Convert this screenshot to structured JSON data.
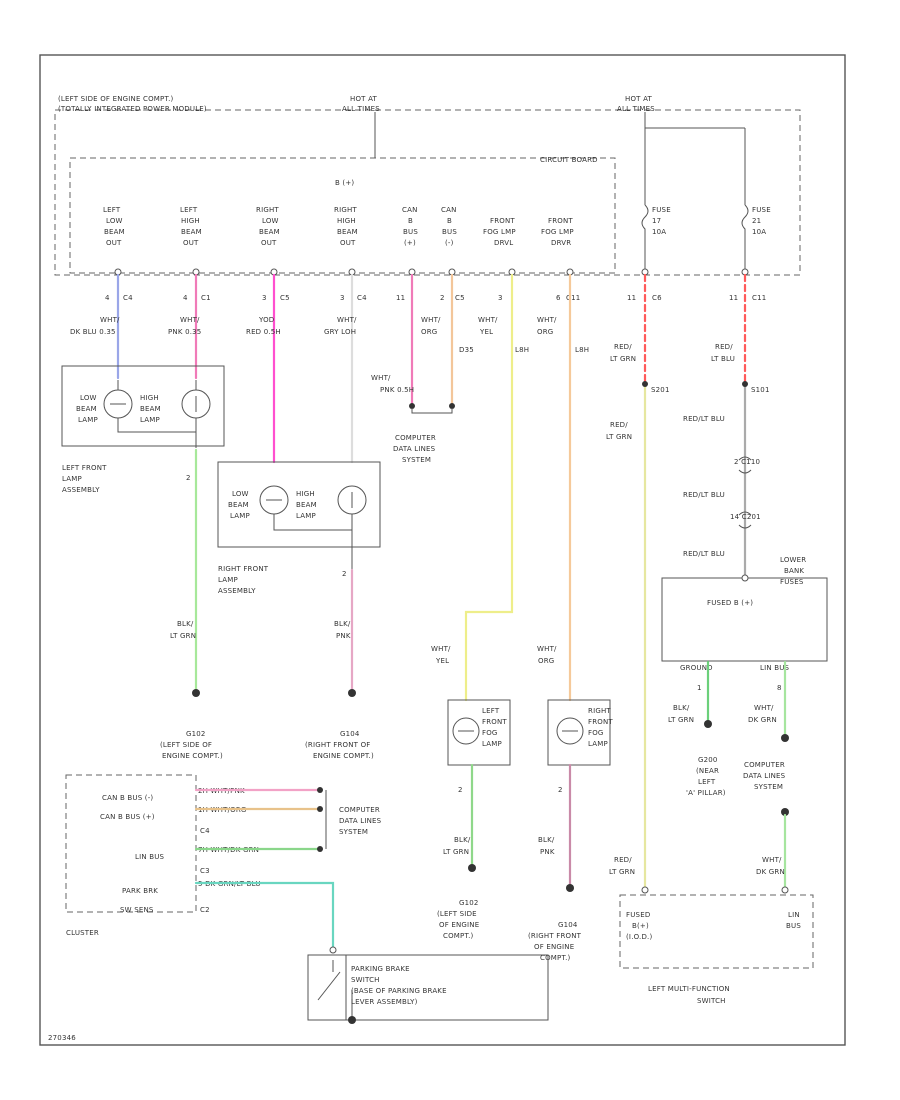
{
  "module": {
    "location": "(LEFT SIDE OF ENGINE COMPT.)",
    "name": "(TOTALLY INTEGRATED POWER MODULE)",
    "hot_at_left": "HOT AT",
    "hot_at_left_sub": "ALL TIMES",
    "hot_at_right": "HOT AT",
    "hot_at_right_sub": "ALL TIMES",
    "circuit_board": "CIRCUIT BOARD",
    "bplus": "B (+)",
    "outputs": [
      {
        "l1": "LEFT",
        "l2": "LOW",
        "l3": "BEAM",
        "l4": "OUT"
      },
      {
        "l1": "LEFT",
        "l2": "HIGH",
        "l3": "BEAM",
        "l4": "OUT"
      },
      {
        "l1": "RIGHT",
        "l2": "LOW",
        "l3": "BEAM",
        "l4": "OUT"
      },
      {
        "l1": "RIGHT",
        "l2": "HIGH",
        "l3": "BEAM",
        "l4": "OUT"
      },
      {
        "l1": "CAN",
        "l2": "B",
        "l3": "BUS",
        "l4": "(+)"
      },
      {
        "l1": "CAN",
        "l2": "B",
        "l3": "BUS",
        "l4": "(-)"
      },
      {
        "l1": "FRONT",
        "l2": "FOG LMP",
        "l3": "DRVL",
        "l4": ""
      },
      {
        "l1": "FRONT",
        "l2": "FOG LMP",
        "l3": "DRVR",
        "l4": ""
      }
    ],
    "fuse_17": {
      "l1": "FUSE",
      "l2": "17",
      "l3": "10A"
    },
    "fuse_21": {
      "l1": "FUSE",
      "l2": "21",
      "l3": "10A"
    }
  },
  "connectors": [
    {
      "pin": "4",
      "conn": "C4"
    },
    {
      "pin": "4",
      "conn": "C1"
    },
    {
      "pin": "3",
      "conn": "C5"
    },
    {
      "pin": "3",
      "conn": "C4"
    },
    {
      "pin": "11",
      "conn": ""
    },
    {
      "pin": "2",
      "conn": "C5"
    },
    {
      "pin": "3",
      "conn": ""
    },
    {
      "pin": "6",
      "conn": "C11"
    },
    {
      "pin": "11",
      "conn": "C6"
    },
    {
      "pin": "11",
      "conn": "C11"
    }
  ],
  "wires": {
    "w1": {
      "a": "WHT/",
      "b": "DK BLU 0.35"
    },
    "w2": {
      "a": "WHT/",
      "b": "PNK 0.35"
    },
    "w3": {
      "a": "YOD",
      "b": "RED 0.5H"
    },
    "w4": {
      "a": "WHT/",
      "b": "GRY LOH"
    },
    "w5": {
      "a": "WHT/",
      "b": "ORG"
    },
    "w6": {
      "a": "WHT/",
      "b": "YEL"
    },
    "w7": {
      "a": "WHT/",
      "b": "ORG"
    },
    "w8": {
      "a": "RED/",
      "b": "LT GRN"
    },
    "w9": {
      "a": "RED/",
      "b": "LT BLU"
    },
    "can_pnk": {
      "a": "WHT/",
      "b": "PNK 0.5H"
    },
    "d35": "D35",
    "l8": "L8H",
    "l8b": "L8H",
    "s201": "S201",
    "s101": "S101",
    "red_lt_grn": {
      "a": "RED/",
      "b": "LT GRN"
    },
    "red_lt_blu_1": "RED/LT BLU",
    "red_lt_blu_2": "RED/LT BLU",
    "red_lt_blu_3": "RED/LT BLU",
    "c_pins": {
      "a": "2  C110",
      "b": "14  C201"
    }
  },
  "left_lamp": {
    "low": {
      "l1": "LOW",
      "l2": "BEAM",
      "l3": "LAMP"
    },
    "high": {
      "l1": "HIGH",
      "l2": "BEAM",
      "l3": "LAMP"
    },
    "l1": "LEFT FRONT",
    "l2": "LAMP",
    "l3": "ASSEMBLY",
    "pin": "2"
  },
  "right_lamp": {
    "low": {
      "l1": "LOW",
      "l2": "BEAM",
      "l3": "LAMP"
    },
    "high": {
      "l1": "HIGH",
      "l2": "BEAM",
      "l3": "LAMP"
    },
    "l1": "RIGHT FRONT",
    "l2": "LAMP",
    "l3": "ASSEMBLY",
    "pin": "2"
  },
  "computer_top": {
    "l1": "COMPUTER",
    "l2": "DATA LINES",
    "l3": "SYSTEM"
  },
  "ground_left": {
    "wire_a": "BLK/",
    "wire_b": "LT GRN",
    "id": "G102",
    "l1": "(LEFT SIDE OF",
    "l2": "ENGINE COMPT.)"
  },
  "ground_right": {
    "wire_a": "BLK/",
    "wire_b": "PNK",
    "id": "G104",
    "l1": "(RIGHT FRONT OF",
    "l2": "ENGINE COMPT.)"
  },
  "fog_left": {
    "wire_a": "WHT/",
    "wire_b": "YEL",
    "l1": "LEFT",
    "l2": "FRONT",
    "l3": "FOG",
    "l4": "LAMP",
    "pin": "2",
    "gwire_a": "BLK/",
    "gwire_b": "LT GRN",
    "gid": "G102",
    "g1": "(LEFT SIDE",
    "g2": "OF ENGINE",
    "g3": "COMPT.)"
  },
  "fog_right": {
    "wire_a": "WHT/",
    "wire_b": "ORG",
    "l1": "RIGHT",
    "l2": "FRONT",
    "l3": "FOG",
    "l4": "LAMP",
    "pin": "2",
    "gwire_a": "BLK/",
    "gwire_b": "PNK",
    "gid": "G104",
    "g1": "(RIGHT FRONT",
    "g2": "OF ENGINE",
    "g3": "COMPT.)"
  },
  "lower_bank": {
    "label1": "LOWER",
    "label2": "BANK",
    "label3": "FUSES",
    "fused": "FUSED B (+)",
    "ground": "GROUND",
    "lin_bus": "LIN BUS",
    "pin_a": "1",
    "pin_b": "8",
    "wire_a": {
      "a": "BLK/",
      "b": "LT GRN"
    },
    "wire_b": {
      "a": "WHT/",
      "b": "DK GRN"
    },
    "g": {
      "id": "G200",
      "l1": "(NEAR",
      "l2": "LEFT",
      "l3": "'A' PILLAR)"
    }
  },
  "computer_right": {
    "l1": "COMPUTER",
    "l2": "DATA LINES",
    "l3": "SYSTEM",
    "wire_a": "WHT/",
    "wire_b": "DK GRN"
  },
  "multifunction": {
    "fused": "FUSED",
    "fused2": "B(+)",
    "fused3": "(I.O.D.)",
    "lin": "LIN",
    "lin2": "BUS",
    "title1": "LEFT MULTI-FUNCTION",
    "title2": "SWITCH",
    "wire_a": "RED/",
    "wire_b": "LT GRN"
  },
  "cluster": {
    "rows": [
      {
        "label": "CAN B BUS (-)",
        "wire": "2H  WHT/PNK"
      },
      {
        "label": "CAN B BUS (+)",
        "wire": "1H  WHT/ORG"
      },
      {
        "label": "C4",
        "wire": ""
      },
      {
        "label": "LIN BUS",
        "wire": "7H  WHT/DK GRN"
      },
      {
        "label": "C3",
        "wire": ""
      },
      {
        "label": "PARK BRK",
        "wire": "5  DK GRN/LT BLU"
      },
      {
        "label": "SW SENS",
        "wire": ""
      },
      {
        "label": "C2",
        "wire": ""
      }
    ],
    "title": "CLUSTER"
  },
  "computer_bottom": {
    "l1": "COMPUTER",
    "l2": "DATA LINES",
    "l3": "SYSTEM"
  },
  "parking": {
    "l1": "PARKING BRAKE",
    "l2": "SWITCH",
    "l3": "(BASE OF PARKING BRAKE",
    "l4": "LEVER ASSEMBLY)"
  },
  "footer": "270346"
}
